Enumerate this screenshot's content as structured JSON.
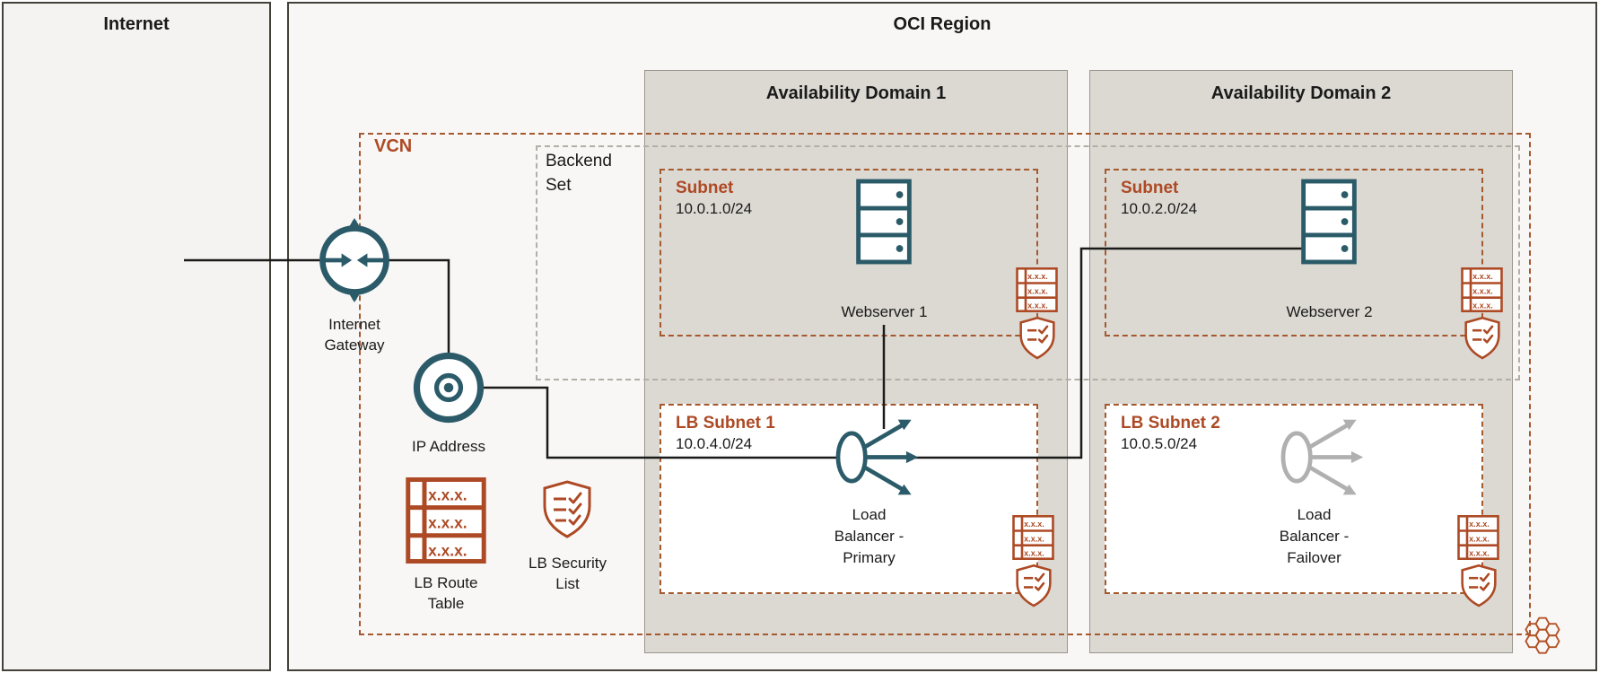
{
  "diagram": {
    "internet": {
      "title": "Internet"
    },
    "region": {
      "title": "OCI Region"
    },
    "vcn": {
      "label": "VCN"
    },
    "backend_set": {
      "line1": "Backend",
      "line2": "Set"
    },
    "internet_gateway": {
      "line1": "Internet",
      "line2": "Gateway"
    },
    "ip_address": {
      "label": "IP Address"
    },
    "lb_route_table": {
      "line1": "LB Route",
      "line2": "Table"
    },
    "lb_security_list": {
      "line1": "LB Security",
      "line2": "List"
    },
    "route_text": "x.x.x.",
    "ad1": {
      "title": "Availability Domain 1",
      "subnet": {
        "title": "Subnet",
        "cidr": "10.0.1.0/24"
      },
      "webserver": "Webserver 1",
      "lb_subnet": {
        "title": "LB Subnet 1",
        "cidr": "10.0.4.0/24"
      },
      "lb": {
        "line1": "Load",
        "line2": "Balancer -",
        "line3": "Primary"
      }
    },
    "ad2": {
      "title": "Availability Domain 2",
      "subnet": {
        "title": "Subnet",
        "cidr": "10.0.2.0/24"
      },
      "webserver": "Webserver 2",
      "lb_subnet": {
        "title": "LB Subnet 2",
        "cidr": "10.0.5.0/24"
      },
      "lb": {
        "line1": "Load",
        "line2": "Balancer -",
        "line3": "Failover"
      }
    },
    "colors": {
      "rust": "#ad4a25",
      "rust_dash": "#a5592f",
      "teal": "#2b5b69",
      "inactive_gray": "#b0b0b0",
      "ad_background": "#dcd9d3",
      "line": "#1a1a1a"
    }
  }
}
